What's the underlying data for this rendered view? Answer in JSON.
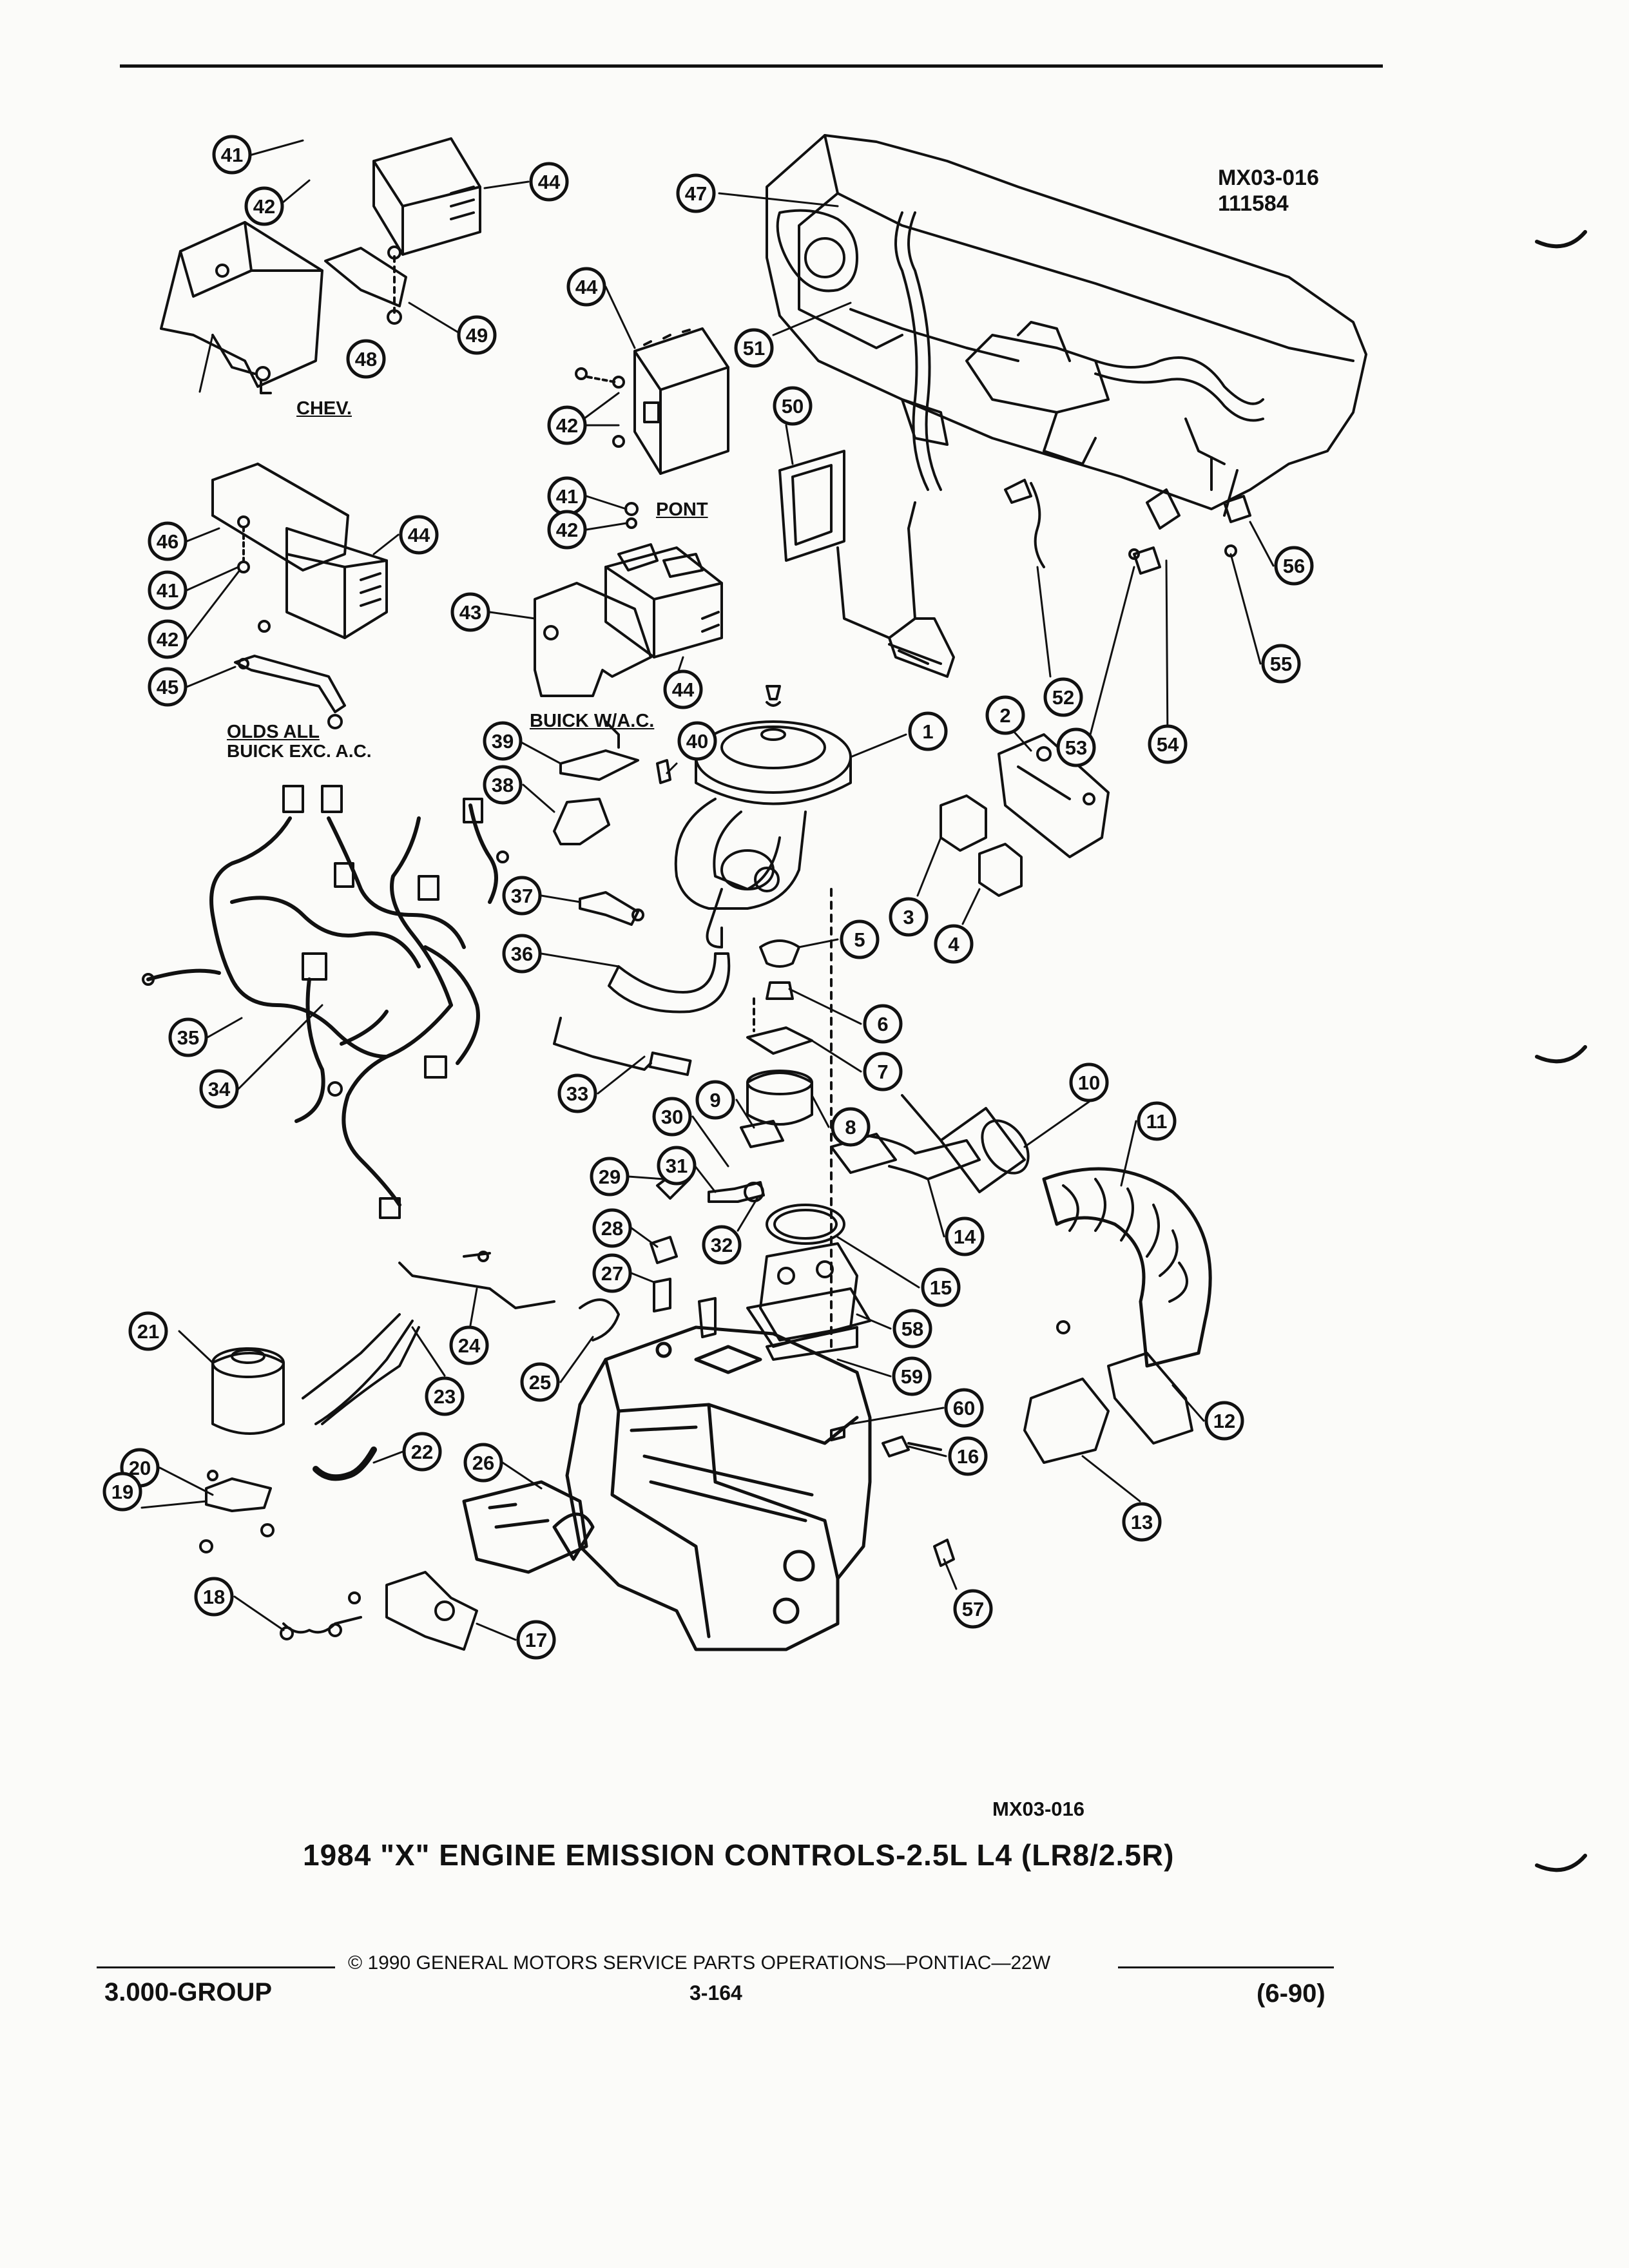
{
  "figure": {
    "code_top": "MX03-016",
    "date_code": "111584",
    "code_bottom": "MX03-016",
    "title": "1984 \"X\" ENGINE EMISSION CONTROLS-2.5L L4 (LR8/2.5R)"
  },
  "labels": {
    "chev": "CHEV.",
    "pont": "PONT",
    "olds_all": "OLDS ALL",
    "buick_exc_ac": "BUICK EXC. A.C.",
    "buick_wac": "BUICK W/A.C."
  },
  "callouts": [
    "41",
    "42",
    "44",
    "47",
    "48",
    "49",
    "44",
    "51",
    "42",
    "50",
    "41",
    "42",
    "46",
    "44",
    "41",
    "42",
    "43",
    "44",
    "45",
    "56",
    "52",
    "53",
    "54",
    "55",
    "39",
    "40",
    "38",
    "1",
    "2",
    "37",
    "3",
    "4",
    "36",
    "5",
    "35",
    "6",
    "34",
    "7",
    "33",
    "9",
    "10",
    "11",
    "8",
    "30",
    "29",
    "31",
    "32",
    "14",
    "28",
    "15",
    "27",
    "58",
    "21",
    "24",
    "23",
    "25",
    "59",
    "60",
    "20",
    "22",
    "26",
    "16",
    "12",
    "19",
    "13",
    "18",
    "17",
    "57"
  ],
  "footer": {
    "copyright": "© 1990 GENERAL MOTORS SERVICE PARTS OPERATIONS—PONTIAC—22W",
    "group": "3.000-GROUP",
    "page": "3-164",
    "revision": "(6-90)"
  }
}
